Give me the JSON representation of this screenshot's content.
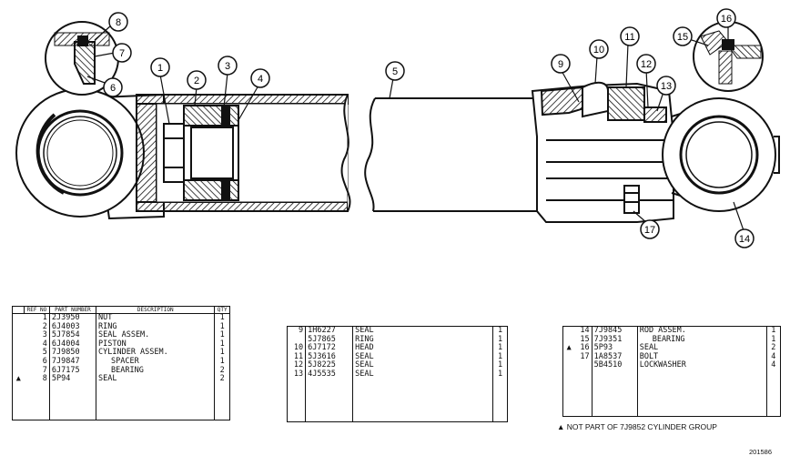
{
  "callouts": [
    "1",
    "2",
    "3",
    "4",
    "5",
    "6",
    "7",
    "8",
    "9",
    "10",
    "11",
    "12",
    "13",
    "14",
    "15",
    "16",
    "17"
  ],
  "table1": {
    "headers": {
      "ref": "REF NO",
      "part": "PART NUMBER",
      "desc": "DESCRIPTION",
      "qty": "QTY"
    },
    "rows": [
      {
        "ref": "1",
        "part": "2J3950",
        "desc": "NUT",
        "qty": "1"
      },
      {
        "ref": "2",
        "part": "6J4003",
        "desc": "RING",
        "qty": "1"
      },
      {
        "ref": "3",
        "part": "5J7854",
        "desc": "SEAL ASSEM.",
        "qty": "1"
      },
      {
        "ref": "4",
        "part": "6J4004",
        "desc": "PISTON",
        "qty": "1"
      },
      {
        "ref": "5",
        "part": "7J9850",
        "desc": "CYLINDER ASSEM.",
        "qty": "1"
      },
      {
        "ref": "6",
        "part": "7J9847",
        "desc": "SPACER",
        "qty": "1"
      },
      {
        "ref": "7",
        "part": "6J7175",
        "desc": "BEARING",
        "qty": "2"
      },
      {
        "ref": "8",
        "part": "5P94",
        "desc": "SEAL",
        "qty": "2"
      }
    ]
  },
  "table2": {
    "rows": [
      {
        "ref": "9",
        "part": "1H6227",
        "desc": "SEAL",
        "qty": "1"
      },
      {
        "ref": "",
        "part": "5J7865",
        "desc": "RING",
        "qty": "1"
      },
      {
        "ref": "10",
        "part": "6J7172",
        "desc": "HEAD",
        "qty": "1"
      },
      {
        "ref": "11",
        "part": "5J3616",
        "desc": "SEAL",
        "qty": "1"
      },
      {
        "ref": "12",
        "part": "5J8225",
        "desc": "SEAL",
        "qty": "1"
      },
      {
        "ref": "13",
        "part": "4J5535",
        "desc": "SEAL",
        "qty": "1"
      }
    ]
  },
  "table3": {
    "rows": [
      {
        "ref": "14",
        "part": "7J9845",
        "desc": "ROD ASSEM.",
        "qty": "1"
      },
      {
        "ref": "15",
        "part": "7J9351",
        "desc": "BEARING",
        "qty": "1"
      },
      {
        "ref": "16",
        "part": "5P93",
        "desc": "SEAL",
        "qty": "2"
      },
      {
        "ref": "17",
        "part": "1A8537",
        "desc": "BOLT",
        "qty": "4"
      },
      {
        "ref": "",
        "part": "5B4510",
        "desc": "LOCKWASHER",
        "qty": "4"
      }
    ]
  },
  "note": "▲ NOT PART OF 7J9852 CYLINDER GROUP",
  "figure_number": "201586"
}
